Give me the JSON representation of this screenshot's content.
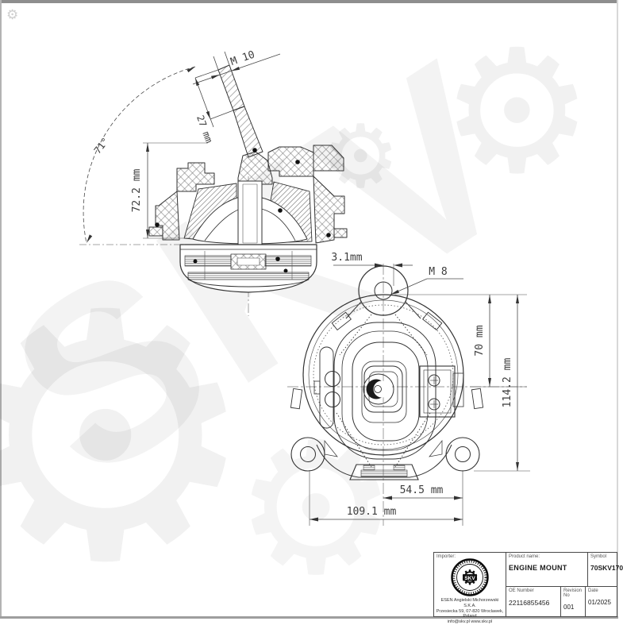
{
  "watermark": {
    "text": "SKV"
  },
  "drawing": {
    "side_view": {
      "dims": {
        "thread": "M 10",
        "stud_length": "27 mm",
        "angle": "71°",
        "height": "72.2 mm"
      }
    },
    "front_view": {
      "dims": {
        "center_offset": "3.1mm",
        "thread": "M 8",
        "upper_height": "70 mm",
        "overall_height": "114.2 mm",
        "half_width": "54.5 mm",
        "overall_width": "109.1 mm"
      }
    }
  },
  "title_block": {
    "importer_label": "Importer:",
    "logo_text": "SKV",
    "importer_address_lines": [
      "ESEN Angielski Michorzewski S.K.A.",
      "Przesiecka 59, 07-820 Wroclawek, Poland",
      "info@skv.pl  www.skv.pl"
    ],
    "product_name_label": "Product name:",
    "product_name": "ENGINE MOUNT",
    "symbol_label": "Symbol",
    "symbol": "70SKV170",
    "oe_number_label": "OE Number",
    "oe_number": "22116855456",
    "revision_label": "Revision No",
    "revision": "001",
    "date_label": "Date",
    "date": "01/2025"
  }
}
